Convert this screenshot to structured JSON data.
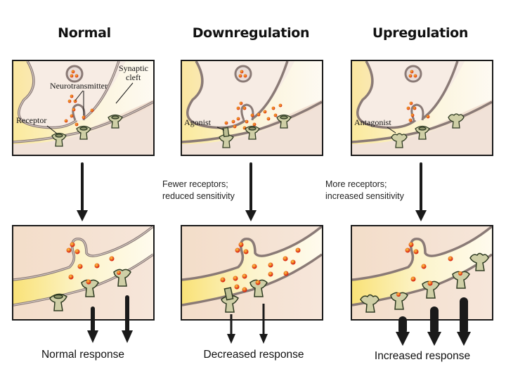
{
  "columns": [
    {
      "title": "Normal",
      "labels": {
        "neurotransmitter": "Neurotransmitter",
        "synaptic_cleft_line1": "Synaptic",
        "synaptic_cleft_line2": "cleft",
        "receptor": "Receptor"
      },
      "note": null,
      "response": "Normal response",
      "response_arrows": 2
    },
    {
      "title": "Downregulation",
      "labels": {
        "drug": "Agonist"
      },
      "note": {
        "line1": "Fewer receptors;",
        "line2": "reduced sensitivity"
      },
      "response": "Decreased response",
      "response_arrows": 2
    },
    {
      "title": "Upregulation",
      "labels": {
        "drug": "Antagonist"
      },
      "note": {
        "line1": "More receptors;",
        "line2": "increased sensitivity"
      },
      "response": "Increased response",
      "response_arrows": 3
    }
  ],
  "colors": {
    "membrane": "#8a7a76",
    "membrane_light": "#c9bcb6",
    "neuron_fill": "#f4e6dc",
    "cleft_fill": "#fbf3c8",
    "cleft_yellow": "#f7e58a",
    "receptor_fill": "#cfcfa6",
    "receptor_stroke": "#2e3a22",
    "neurotransmitter": "#e23a12",
    "neurotransmitter_core": "#f7b020",
    "arrow": "#1a1a1a"
  }
}
